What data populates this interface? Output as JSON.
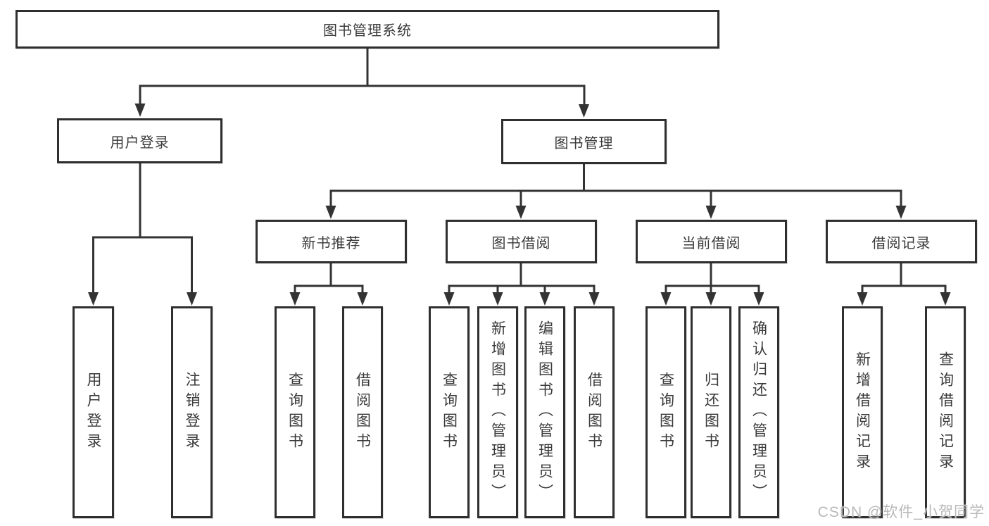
{
  "diagram": {
    "type": "hierarchy-tree",
    "root": "图书管理系统",
    "branches": {
      "user_login": {
        "label": "用户登录",
        "children": {
          "login": "用户登录",
          "logout": "注销登录"
        }
      },
      "book_management": {
        "label": "图书管理",
        "children": {
          "new_book_recommend": {
            "label": "新书推荐",
            "children": {
              "query": "查询图书",
              "borrow": "借阅图书"
            }
          },
          "book_borrowing": {
            "label": "图书借阅",
            "children": {
              "query": "查询图书",
              "add": "新增图书（管理员）",
              "edit": "编辑图书（管理员）",
              "borrow": "借阅图书"
            }
          },
          "current_borrowing": {
            "label": "当前借阅",
            "children": {
              "query": "查询图书",
              "return": "归还图书",
              "confirm_return": "确认归还（管理员）"
            }
          },
          "borrowing_records": {
            "label": "借阅记录",
            "children": {
              "add_record": "新增借阅记录",
              "query_record": "查询借阅记录"
            }
          }
        }
      }
    }
  },
  "watermark": "CSDN @软件_小贺同学",
  "colors": {
    "line": "#333333",
    "border": "#2f2f2f",
    "text": "#3a3a3a",
    "watermark": "#b9b9b9",
    "background": "#ffffff"
  }
}
